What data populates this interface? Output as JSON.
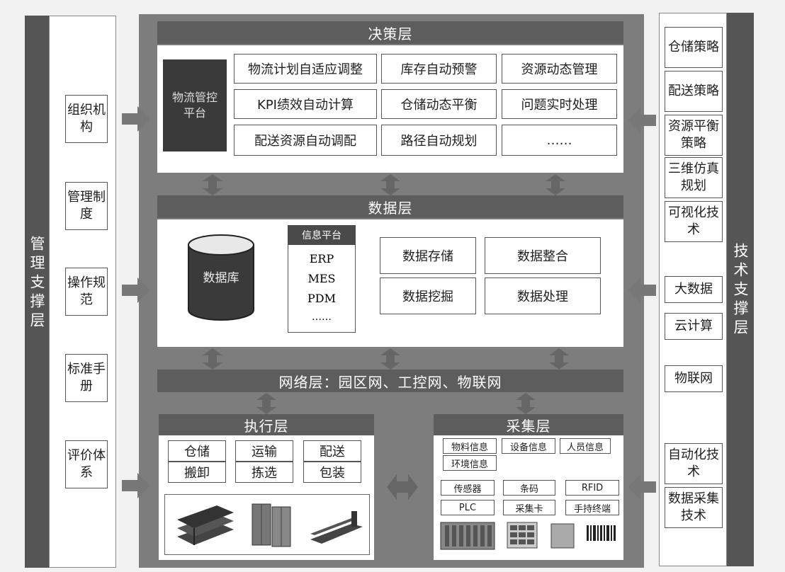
{
  "colors": {
    "frame": "#7d7d7d",
    "column": "#555555",
    "header": "#5d5d5d",
    "platform": "#3a3a3a"
  },
  "left": {
    "title": "管理支撑层",
    "items": [
      "组织机构",
      "管理制度",
      "操作规范",
      "标准手册",
      "评价体系"
    ]
  },
  "right": {
    "title": "技术支撑层",
    "items": [
      "仓储策略",
      "配送策略",
      "资源平衡策略",
      "三维仿真规划",
      "可视化技术",
      "大数据",
      "云计算",
      "物联网",
      "自动化技术",
      "数据采集技术"
    ]
  },
  "decision": {
    "title": "决策层",
    "platform": "物流管控平台",
    "cells": [
      "物流计划自适应调整",
      "库存自动预警",
      "资源动态管理",
      "KPI绩效自动计算",
      "仓储动态平衡",
      "问题实时处理",
      "配送资源自动调配",
      "路径自动规划",
      "……"
    ]
  },
  "data_layer": {
    "title": "数据层",
    "database": "数据库",
    "info_platform": {
      "title": "信息平台",
      "items": [
        "ERP",
        "MES",
        "PDM",
        "……"
      ]
    },
    "cells": [
      "数据存储",
      "数据整合",
      "数据挖掘",
      "数据处理"
    ]
  },
  "network": {
    "title": "网络层：园区网、工控网、物联网"
  },
  "execution": {
    "title": "执行层",
    "cells": [
      "仓储",
      "运输",
      "配送",
      "搬卸",
      "拣选",
      "包装"
    ],
    "illustration_icons": [
      "storage-rack-icon",
      "cabinet-icon",
      "forklift-pallet-icon"
    ]
  },
  "collection": {
    "title": "采集层",
    "info_cells": [
      "物料信息",
      "设备信息",
      "人员信息",
      "环境信息"
    ],
    "device_cells": [
      "传感器",
      "条码",
      "RFID",
      "PLC",
      "采集卡",
      "手持终端"
    ],
    "device_icons": [
      "plc-rack-icon",
      "terminal-keypad-icon",
      "box-device-icon",
      "barcode-icon"
    ]
  }
}
